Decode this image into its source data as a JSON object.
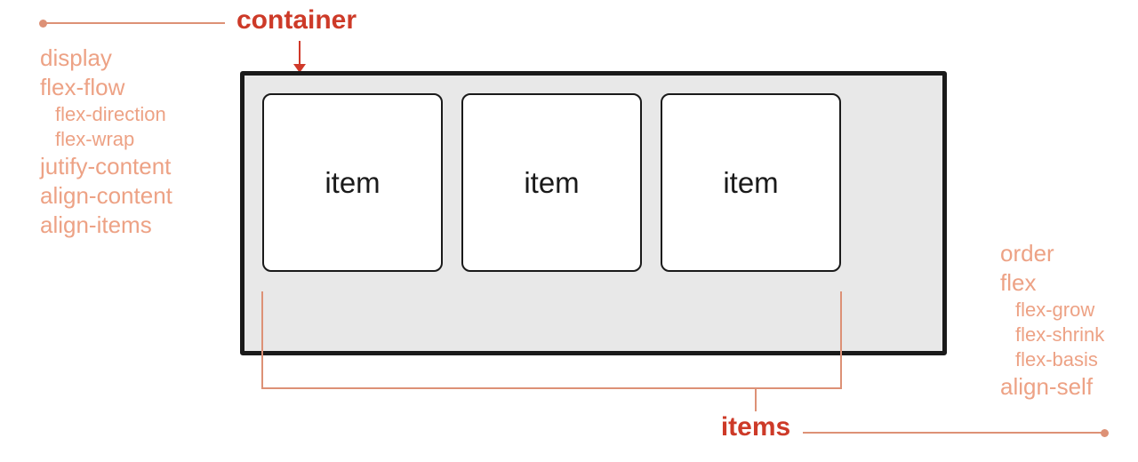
{
  "diagram": {
    "container_label": "container",
    "items_label": "items",
    "item_boxes": [
      "item",
      "item",
      "item"
    ],
    "container_props": [
      {
        "label": "display"
      },
      {
        "label": "flex-flow"
      },
      {
        "label": "flex-direction"
      },
      {
        "label": "flex-wrap"
      },
      {
        "label": "jutify-content"
      },
      {
        "label": "align-content"
      },
      {
        "label": "align-items"
      }
    ],
    "item_props": [
      {
        "label": "order"
      },
      {
        "label": "flex"
      },
      {
        "label": "flex-grow"
      },
      {
        "label": "flex-shrink"
      },
      {
        "label": "flex-basis"
      },
      {
        "label": "align-self"
      }
    ]
  },
  "colors": {
    "accent_red": "#cd3a28",
    "accent_salmon_text": "#eda285",
    "leader_line": "#dd9176",
    "container_background": "#e8e8e8",
    "outline_black": "#1a1a1a"
  }
}
